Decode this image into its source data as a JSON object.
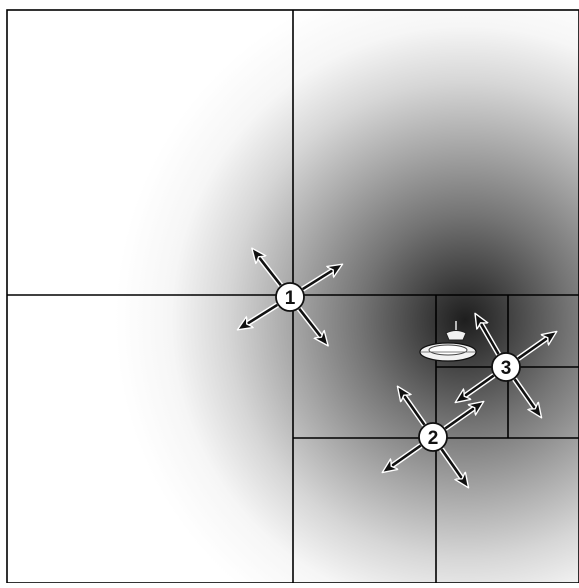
{
  "diagram": {
    "background_color": "#ffffff",
    "line_color": "#000000",
    "shading": {
      "dark_color": "#1e1e1e",
      "light_color": "#ffffff"
    },
    "icon": "lamp-icon",
    "markers": [
      {
        "label": "1",
        "icon": "four-way-arrows-icon"
      },
      {
        "label": "2",
        "icon": "four-way-arrows-icon"
      },
      {
        "label": "3",
        "icon": "four-way-arrows-icon"
      }
    ]
  }
}
